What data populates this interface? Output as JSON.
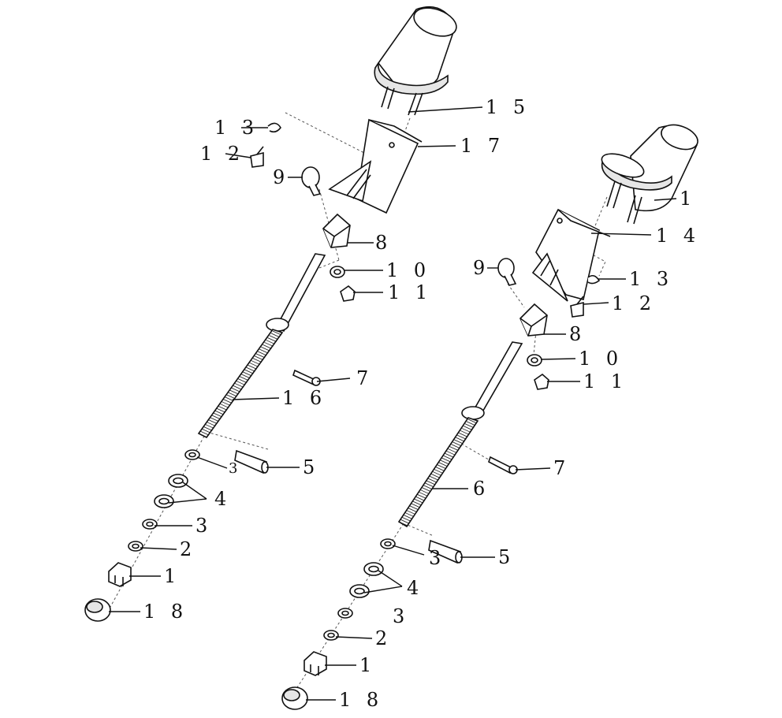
{
  "colors": {
    "line": "#111111",
    "background": "#ffffff",
    "shade": "#e6e6e6"
  },
  "left_assembly": {
    "labels": {
      "p15": "1 5",
      "p17": "1 7",
      "p13": "1 3",
      "p12": "1 2",
      "p9": "9",
      "p8": "8",
      "p10": "1 0",
      "p11": "1 1",
      "p7": "7",
      "p16": "1 6",
      "p3a": "3",
      "p5": "5",
      "p4": "4",
      "p3b": "3",
      "p2": "2",
      "p1": "1",
      "p18": "1 8"
    }
  },
  "right_assembly": {
    "labels": {
      "p1top": "1",
      "p14": "1 4",
      "p9": "9",
      "p13": "1 3",
      "p12": "1 2",
      "p8": "8",
      "p10": "1 0",
      "p11": "1 1",
      "p7": "7",
      "p6": "6",
      "p3a": "3",
      "p5": "5",
      "p4": "4",
      "p3b": "3",
      "p2": "2",
      "p1": "1",
      "p18": "1 8"
    }
  }
}
